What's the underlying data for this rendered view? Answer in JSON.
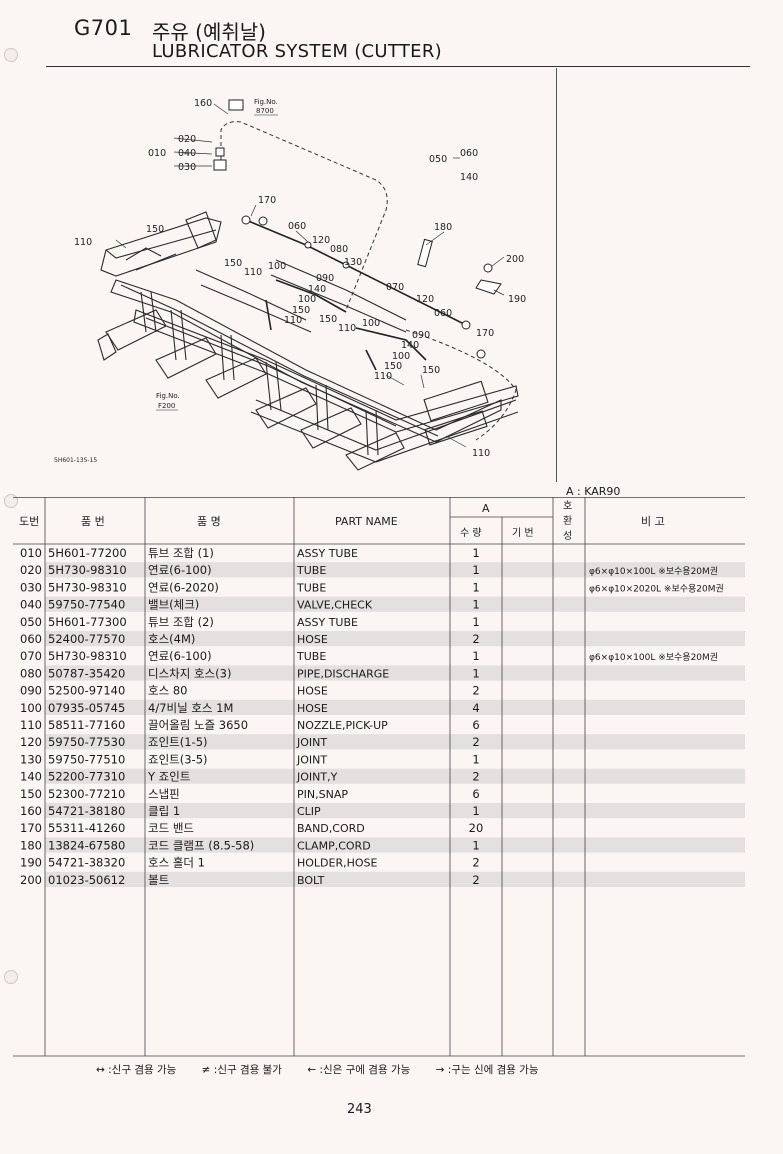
{
  "header": {
    "code": "G701",
    "title_kor": "주유 (예취날)",
    "title_eng": "LUBRICATOR SYSTEM (CUTTER)"
  },
  "diagram": {
    "drawing_no": "5H601-135-15",
    "fig_refs": [
      {
        "label": "Fig.No.",
        "value": "8700"
      },
      {
        "label": "Fig.No.",
        "value": "F200"
      }
    ],
    "callouts": {
      "c160": "160",
      "c020": "020",
      "c010": "010",
      "c040": "040",
      "c030": "030",
      "c050": "050",
      "c060a": "060",
      "c140a": "140",
      "c170a": "170",
      "c060b": "060",
      "c120a": "120",
      "c080": "080",
      "c130": "130",
      "c150a": "150",
      "c110a": "110",
      "c100a": "100",
      "c090a": "090",
      "c140b": "140",
      "c100b": "100",
      "c150b": "150",
      "c110b": "110",
      "c110c": "110",
      "c150c": "150",
      "c180": "180",
      "c200": "200",
      "c190": "190",
      "c070": "070",
      "c120b": "120",
      "c060c": "060",
      "c150d": "150",
      "c110d": "110",
      "c100c": "100",
      "c090b": "090",
      "c140c": "140",
      "c100d": "100",
      "c150e": "150",
      "c110e": "110",
      "c170b": "170",
      "c150f": "150",
      "c110f": "110"
    }
  },
  "model_note": "A : KAR90",
  "table": {
    "headers": {
      "dobeon": "도번",
      "pumbeon": "품  번",
      "pummyeong": "품       명",
      "part_name": "PART  NAME",
      "a": "A",
      "qty": "수 량",
      "gibeon": "기 번",
      "hwan1": "호",
      "hwan2": "환",
      "hwan3": "성",
      "bigo": "비      고"
    },
    "rows": [
      {
        "no": "010",
        "part_no": "5H601-77200",
        "kor": "튜브 조합 (1)",
        "name": "ASSY TUBE",
        "qty": "1",
        "remark": ""
      },
      {
        "no": "020",
        "part_no": "5H730-98310",
        "kor": "연료(6-100)",
        "name": "TUBE",
        "qty": "1",
        "remark": "φ6×φ10×100L ※보수용20M권"
      },
      {
        "no": "030",
        "part_no": "5H730-98310",
        "kor": "연료(6-2020)",
        "name": "TUBE",
        "qty": "1",
        "remark": "φ6×φ10×2020L ※보수용20M권"
      },
      {
        "no": "040",
        "part_no": "59750-77540",
        "kor": "밸브(체크)",
        "name": "VALVE,CHECK",
        "qty": "1",
        "remark": ""
      },
      {
        "no": "050",
        "part_no": "5H601-77300",
        "kor": "튜브 조합 (2)",
        "name": "ASSY TUBE",
        "qty": "1",
        "remark": ""
      },
      {
        "no": "060",
        "part_no": "52400-77570",
        "kor": "호스(4M)",
        "name": "HOSE",
        "qty": "2",
        "remark": ""
      },
      {
        "no": "070",
        "part_no": "5H730-98310",
        "kor": "연료(6-100)",
        "name": "TUBE",
        "qty": "1",
        "remark": "φ6×φ10×100L ※보수용20M권"
      },
      {
        "no": "080",
        "part_no": "50787-35420",
        "kor": "디스차지 호스(3)",
        "name": "PIPE,DISCHARGE",
        "qty": "1",
        "remark": ""
      },
      {
        "no": "090",
        "part_no": "52500-97140",
        "kor": "호스 80",
        "name": "HOSE",
        "qty": "2",
        "remark": ""
      },
      {
        "no": "100",
        "part_no": "07935-05745",
        "kor": "4/7비닐 호스 1M",
        "name": "HOSE",
        "qty": "4",
        "remark": ""
      },
      {
        "no": "110",
        "part_no": "58511-77160",
        "kor": "끌어올림 노즐 3650",
        "name": "NOZZLE,PICK-UP",
        "qty": "6",
        "remark": ""
      },
      {
        "no": "120",
        "part_no": "59750-77530",
        "kor": "죠인트(1-5)",
        "name": "JOINT",
        "qty": "2",
        "remark": ""
      },
      {
        "no": "130",
        "part_no": "59750-77510",
        "kor": "죠인트(3-5)",
        "name": "JOINT",
        "qty": "1",
        "remark": ""
      },
      {
        "no": "140",
        "part_no": "52200-77310",
        "kor": "Y 죠인트",
        "name": "JOINT,Y",
        "qty": "2",
        "remark": ""
      },
      {
        "no": "150",
        "part_no": "52300-77210",
        "kor": "스냅핀",
        "name": "PIN,SNAP",
        "qty": "6",
        "remark": ""
      },
      {
        "no": "160",
        "part_no": "54721-38180",
        "kor": "클립 1",
        "name": "CLIP",
        "qty": "1",
        "remark": ""
      },
      {
        "no": "170",
        "part_no": "55311-41260",
        "kor": "코드 밴드",
        "name": "BAND,CORD",
        "qty": "20",
        "remark": ""
      },
      {
        "no": "180",
        "part_no": "13824-67580",
        "kor": "코드 클램프 (8.5-58)",
        "name": "CLAMP,CORD",
        "qty": "1",
        "remark": ""
      },
      {
        "no": "190",
        "part_no": "54721-38320",
        "kor": "호스 홀더 1",
        "name": "HOLDER,HOSE",
        "qty": "2",
        "remark": ""
      },
      {
        "no": "200",
        "part_no": "01023-50612",
        "kor": "볼트",
        "name": "BOLT",
        "qty": "2",
        "remark": ""
      }
    ]
  },
  "legend": [
    "↔ :신구 겸용 가능",
    "≠ :신구 겸용 불가",
    "← :신은 구에 겸용 가능",
    "→ :구는 신에 겸용 가능"
  ],
  "page_number": "243"
}
